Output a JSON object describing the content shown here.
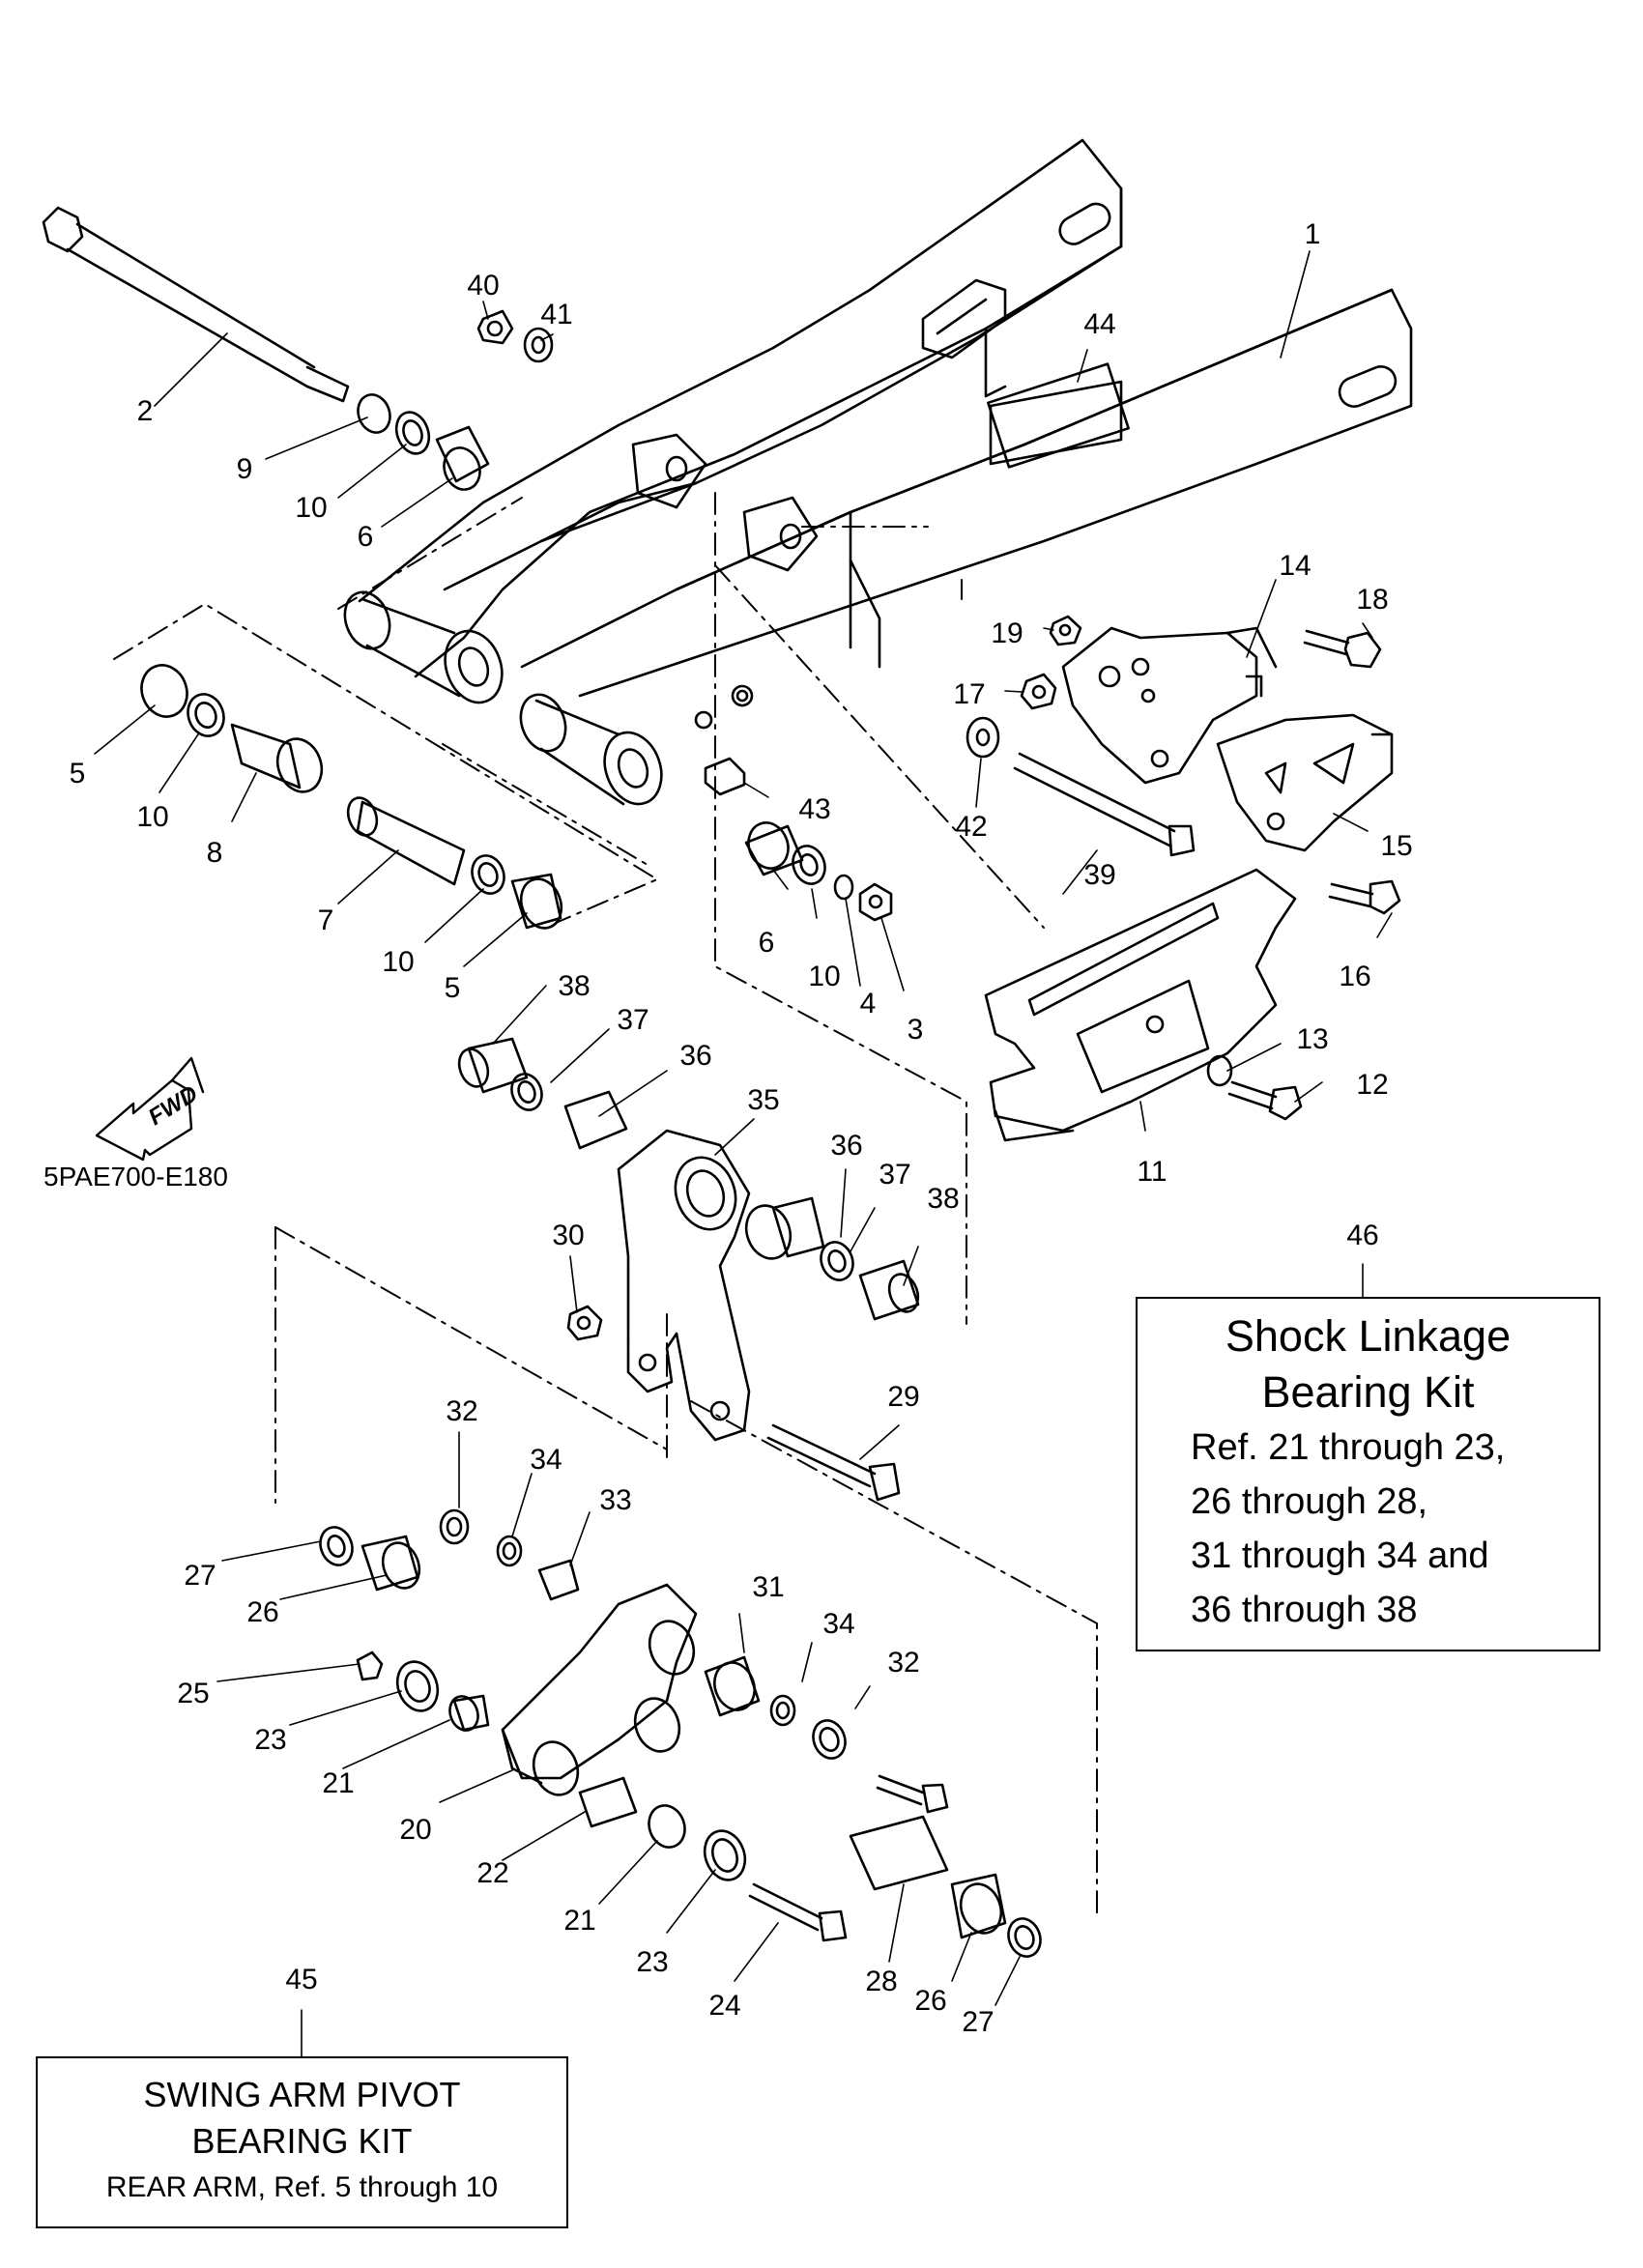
{
  "diagram_code": "5PAE700-E180",
  "fwd_label": "FWD",
  "callouts": [
    {
      "id": "c1",
      "text": "1"
    },
    {
      "id": "c2",
      "text": "2"
    },
    {
      "id": "c3",
      "text": "3"
    },
    {
      "id": "c4",
      "text": "4"
    },
    {
      "id": "c5a",
      "text": "5"
    },
    {
      "id": "c5b",
      "text": "5"
    },
    {
      "id": "c6a",
      "text": "6"
    },
    {
      "id": "c6b",
      "text": "6"
    },
    {
      "id": "c7",
      "text": "7"
    },
    {
      "id": "c8",
      "text": "8"
    },
    {
      "id": "c9",
      "text": "9"
    },
    {
      "id": "c10a",
      "text": "10"
    },
    {
      "id": "c10b",
      "text": "10"
    },
    {
      "id": "c10c",
      "text": "10"
    },
    {
      "id": "c10d",
      "text": "10"
    },
    {
      "id": "c11",
      "text": "11"
    },
    {
      "id": "c12",
      "text": "12"
    },
    {
      "id": "c13",
      "text": "13"
    },
    {
      "id": "c14",
      "text": "14"
    },
    {
      "id": "c15",
      "text": "15"
    },
    {
      "id": "c16",
      "text": "16"
    },
    {
      "id": "c17",
      "text": "17"
    },
    {
      "id": "c18",
      "text": "18"
    },
    {
      "id": "c19",
      "text": "19"
    },
    {
      "id": "c20",
      "text": "20"
    },
    {
      "id": "c21a",
      "text": "21"
    },
    {
      "id": "c21b",
      "text": "21"
    },
    {
      "id": "c22",
      "text": "22"
    },
    {
      "id": "c23a",
      "text": "23"
    },
    {
      "id": "c23b",
      "text": "23"
    },
    {
      "id": "c24",
      "text": "24"
    },
    {
      "id": "c25",
      "text": "25"
    },
    {
      "id": "c26a",
      "text": "26"
    },
    {
      "id": "c26b",
      "text": "26"
    },
    {
      "id": "c27a",
      "text": "27"
    },
    {
      "id": "c27b",
      "text": "27"
    },
    {
      "id": "c28",
      "text": "28"
    },
    {
      "id": "c29",
      "text": "29"
    },
    {
      "id": "c30",
      "text": "30"
    },
    {
      "id": "c31",
      "text": "31"
    },
    {
      "id": "c32a",
      "text": "32"
    },
    {
      "id": "c32b",
      "text": "32"
    },
    {
      "id": "c33",
      "text": "33"
    },
    {
      "id": "c34a",
      "text": "34"
    },
    {
      "id": "c34b",
      "text": "34"
    },
    {
      "id": "c35",
      "text": "35"
    },
    {
      "id": "c36a",
      "text": "36"
    },
    {
      "id": "c36b",
      "text": "36"
    },
    {
      "id": "c37a",
      "text": "37"
    },
    {
      "id": "c37b",
      "text": "37"
    },
    {
      "id": "c38a",
      "text": "38"
    },
    {
      "id": "c38b",
      "text": "38"
    },
    {
      "id": "c39",
      "text": "39"
    },
    {
      "id": "c40",
      "text": "40"
    },
    {
      "id": "c41",
      "text": "41"
    },
    {
      "id": "c42",
      "text": "42"
    },
    {
      "id": "c43",
      "text": "43"
    },
    {
      "id": "c44",
      "text": "44"
    },
    {
      "id": "c45",
      "text": "45"
    },
    {
      "id": "c46",
      "text": "46"
    }
  ],
  "kit_46": {
    "title_line1": "Shock Linkage",
    "title_line2": "Bearing Kit",
    "ref_line1": "Ref. 21 through 23,",
    "ref_line2": "26 through 28,",
    "ref_line3": "31 through 34 and",
    "ref_line4": "36 through 38"
  },
  "kit_45": {
    "title_line1": "SWING ARM PIVOT",
    "title_line2": "BEARING KIT",
    "ref_line": "REAR ARM, Ref. 5 through 10"
  }
}
